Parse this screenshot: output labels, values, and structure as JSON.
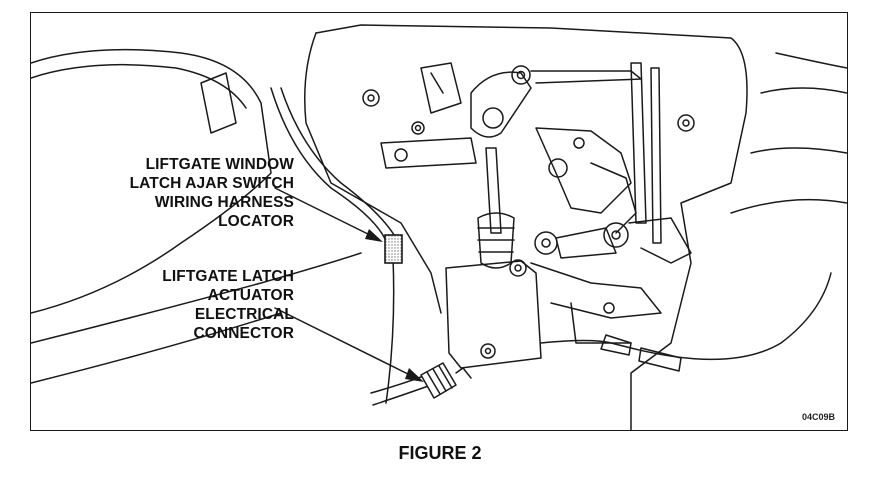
{
  "callouts": [
    {
      "lines": [
        "LIFTGATE WINDOW",
        "LATCH AJAR SWITCH",
        "WIRING HARNESS",
        "LOCATOR"
      ]
    },
    {
      "lines": [
        "LIFTGATE LATCH",
        "ACTUATOR",
        "ELECTRICAL",
        "CONNECTOR"
      ]
    }
  ],
  "image_code": "04C09B",
  "caption": "FIGURE 2"
}
